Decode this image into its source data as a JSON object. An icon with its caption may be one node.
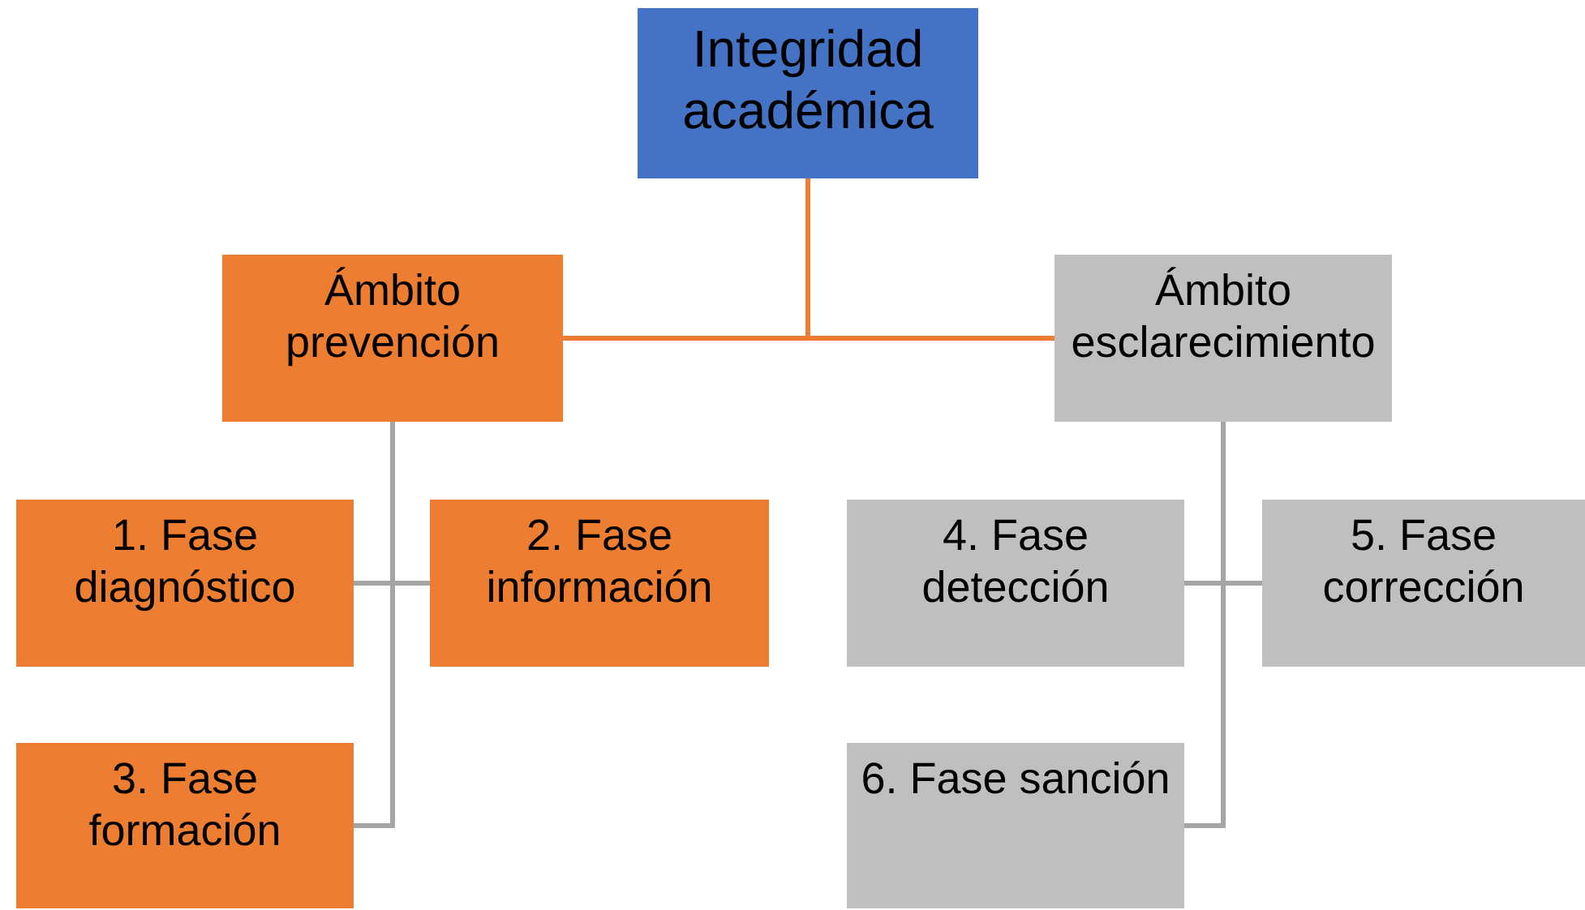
{
  "diagram": {
    "nodes": [
      {
        "text": [
          "Integridad académica"
        ]
      },
      {
        "text": [
          "Ámbito prevención"
        ]
      },
      {
        "text": [
          "Ámbito esclarecimiento"
        ]
      },
      {
        "text": [
          "1. Fase diagnóstico"
        ]
      },
      {
        "text": [
          "2. Fase información"
        ]
      },
      {
        "text": [
          "3. Fase formación"
        ]
      },
      {
        "text": [
          "4. Fase detección"
        ]
      },
      {
        "text": [
          "5. Fase corrección"
        ]
      },
      {
        "text": [
          "6. Fase sanción"
        ]
      }
    ],
    "edges": [
      {
        "from": 0,
        "to": 1,
        "arrow": "none",
        "color": "#ed7d31"
      },
      {
        "from": 0,
        "to": 2,
        "arrow": "none",
        "color": "#ed7d31"
      },
      {
        "from": 1,
        "to": 3,
        "arrow": "none"
      },
      {
        "from": 1,
        "to": 4,
        "arrow": "none"
      },
      {
        "from": 1,
        "to": 5,
        "arrow": "none"
      },
      {
        "from": 2,
        "to": 6,
        "arrow": "none"
      },
      {
        "from": 2,
        "to": 7,
        "arrow": "none"
      },
      {
        "from": 2,
        "to": 8,
        "arrow": "none"
      }
    ]
  }
}
